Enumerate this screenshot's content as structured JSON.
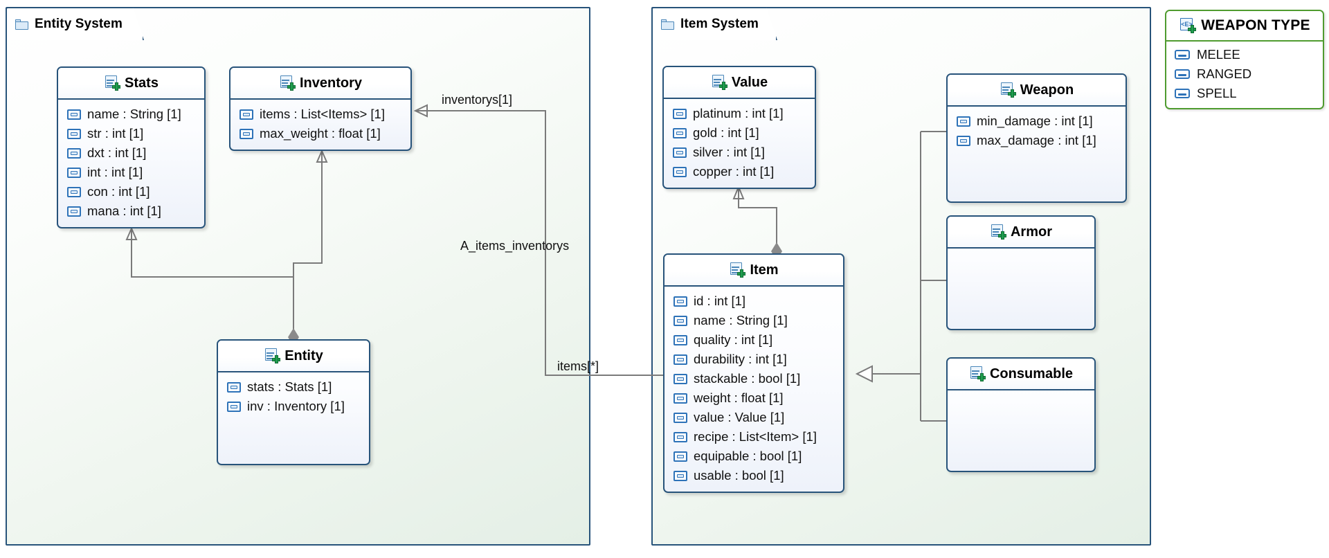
{
  "packages": [
    {
      "name": "Entity System",
      "icon": "folder-icon"
    },
    {
      "name": "Item System",
      "icon": "folder-icon"
    }
  ],
  "classes": [
    {
      "name": "Stats",
      "icon": "class-icon",
      "attributes": [
        "name : String [1]",
        "str : int [1]",
        "dxt : int [1]",
        "int : int [1]",
        "con : int [1]",
        "mana : int [1]"
      ]
    },
    {
      "name": "Inventory",
      "icon": "class-icon",
      "attributes": [
        "items : List<Items> [1]",
        "max_weight : float [1]"
      ]
    },
    {
      "name": "Entity",
      "icon": "class-icon",
      "attributes": [
        "stats : Stats [1]",
        "inv : Inventory [1]"
      ]
    },
    {
      "name": "Value",
      "icon": "class-icon",
      "attributes": [
        "platinum : int [1]",
        "gold : int [1]",
        "silver : int [1]",
        "copper : int [1]"
      ]
    },
    {
      "name": "Item",
      "icon": "class-icon",
      "attributes": [
        "id : int [1]",
        "name : String [1]",
        "quality : int [1]",
        "durability : int [1]",
        "stackable : bool [1]",
        "weight : float [1]",
        "value : Value [1]",
        "recipe : List<Item> [1]",
        "equipable : bool [1]",
        "usable : bool [1]"
      ]
    },
    {
      "name": "Weapon",
      "icon": "class-icon",
      "attributes": [
        "min_damage : int [1]",
        "max_damage : int [1]"
      ]
    },
    {
      "name": "Armor",
      "icon": "class-icon",
      "attributes": []
    },
    {
      "name": "Consumable",
      "icon": "class-icon",
      "attributes": []
    }
  ],
  "enumeration": {
    "name": "WEAPON TYPE",
    "icon": "enumeration-icon",
    "literals": [
      "MELEE",
      "RANGED",
      "SPELL"
    ]
  },
  "edge_labels": {
    "inventorys": "inventorys[1]",
    "association": "A_items_inventorys",
    "items": "items[*]"
  },
  "colors": {
    "class_border": "#27537a",
    "enum_border": "#4f9b2f",
    "connector": "#7a7a7a",
    "icon_blue": "#2d72b8",
    "icon_green": "#1f9d4e",
    "package_fill": "#e8f2e9"
  }
}
